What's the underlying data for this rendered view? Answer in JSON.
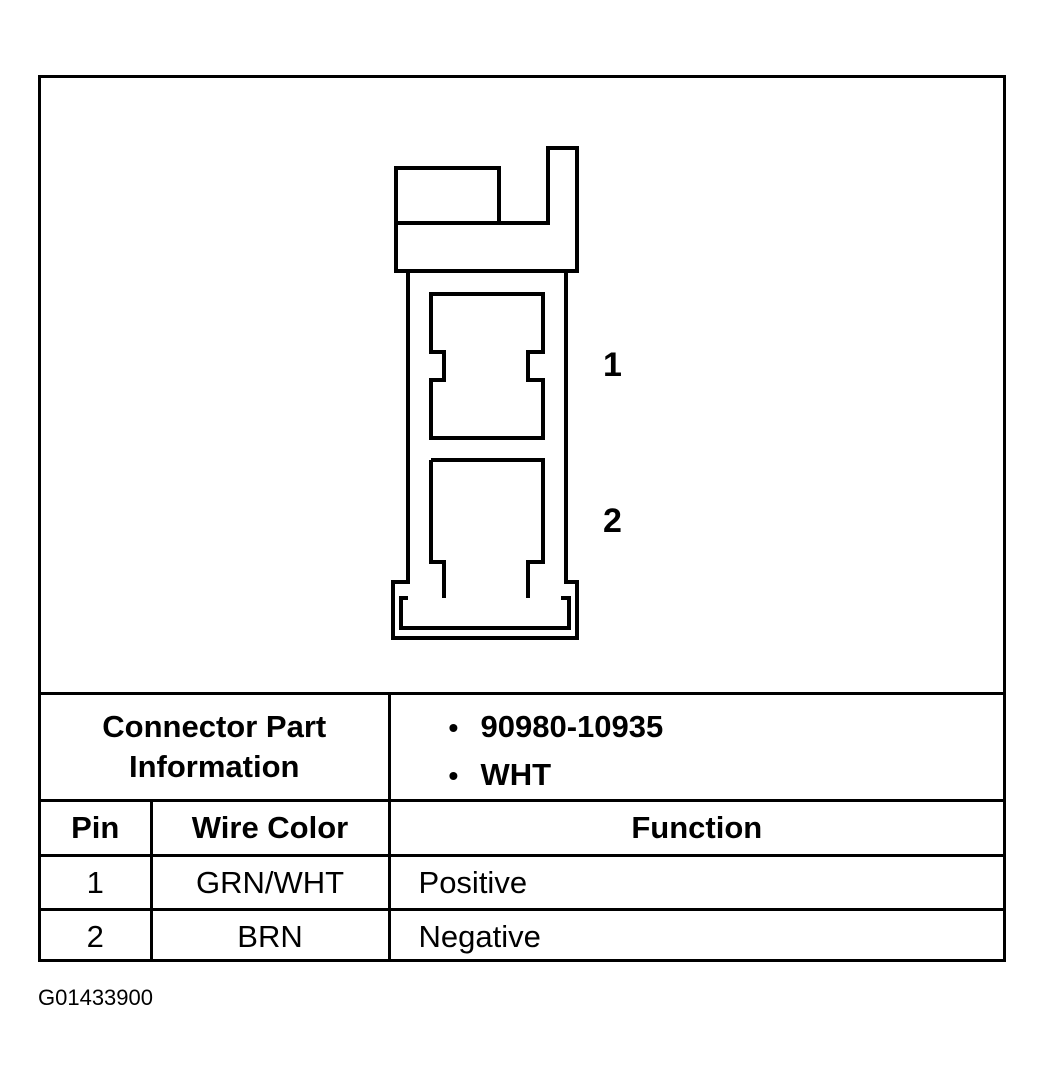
{
  "diagram": {
    "pin_labels": [
      "1",
      "2"
    ]
  },
  "connector_info": {
    "label_line1": "Connector Part",
    "label_line2": "Information",
    "values": [
      "90980-10935",
      "WHT"
    ]
  },
  "pin_table": {
    "headers": [
      "Pin",
      "Wire Color",
      "Function"
    ],
    "rows": [
      [
        "1",
        "GRN/WHT",
        "Positive"
      ],
      [
        "2",
        "BRN",
        "Negative"
      ]
    ]
  },
  "figure_code": "G01433900"
}
